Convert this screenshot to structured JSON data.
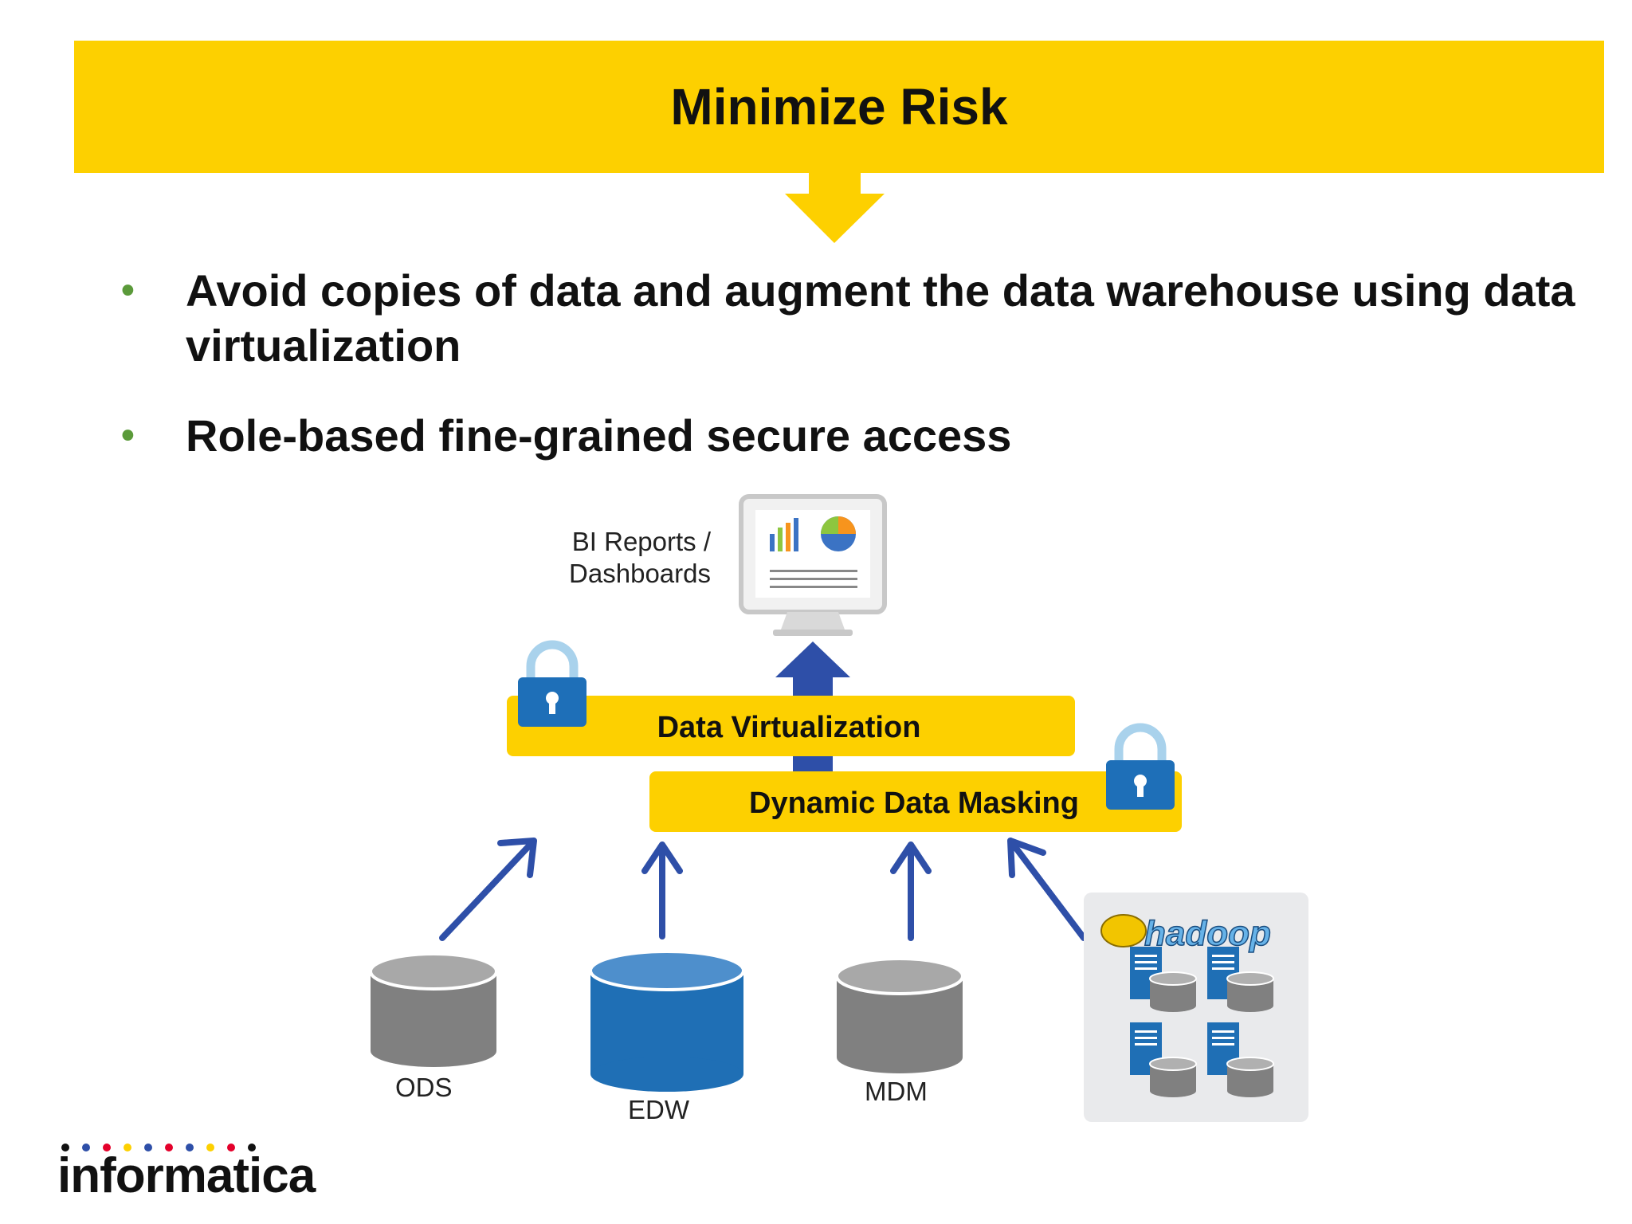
{
  "title": "Minimize Risk",
  "bullets": [
    "Avoid copies of data and augment the data warehouse using data virtualization",
    "Role-based fine-grained secure access"
  ],
  "diagram": {
    "bi_label_line1": "BI Reports /",
    "bi_label_line2": "Dashboards",
    "virtualization_label": "Data Virtualization",
    "masking_label": "Dynamic Data Masking",
    "sources": [
      "ODS",
      "EDW",
      "MDM"
    ],
    "hadoop_label": "hadoop"
  },
  "brand": {
    "logo_text": "informatica"
  },
  "colors": {
    "banner": "#FDD000",
    "arrow_blue": "#2E4FA8",
    "edw_blue": "#1F6FB5",
    "cylinder_grey": "#808080",
    "bullet_green": "#5B9A3A",
    "lock_blue": "#1E6FB8"
  }
}
